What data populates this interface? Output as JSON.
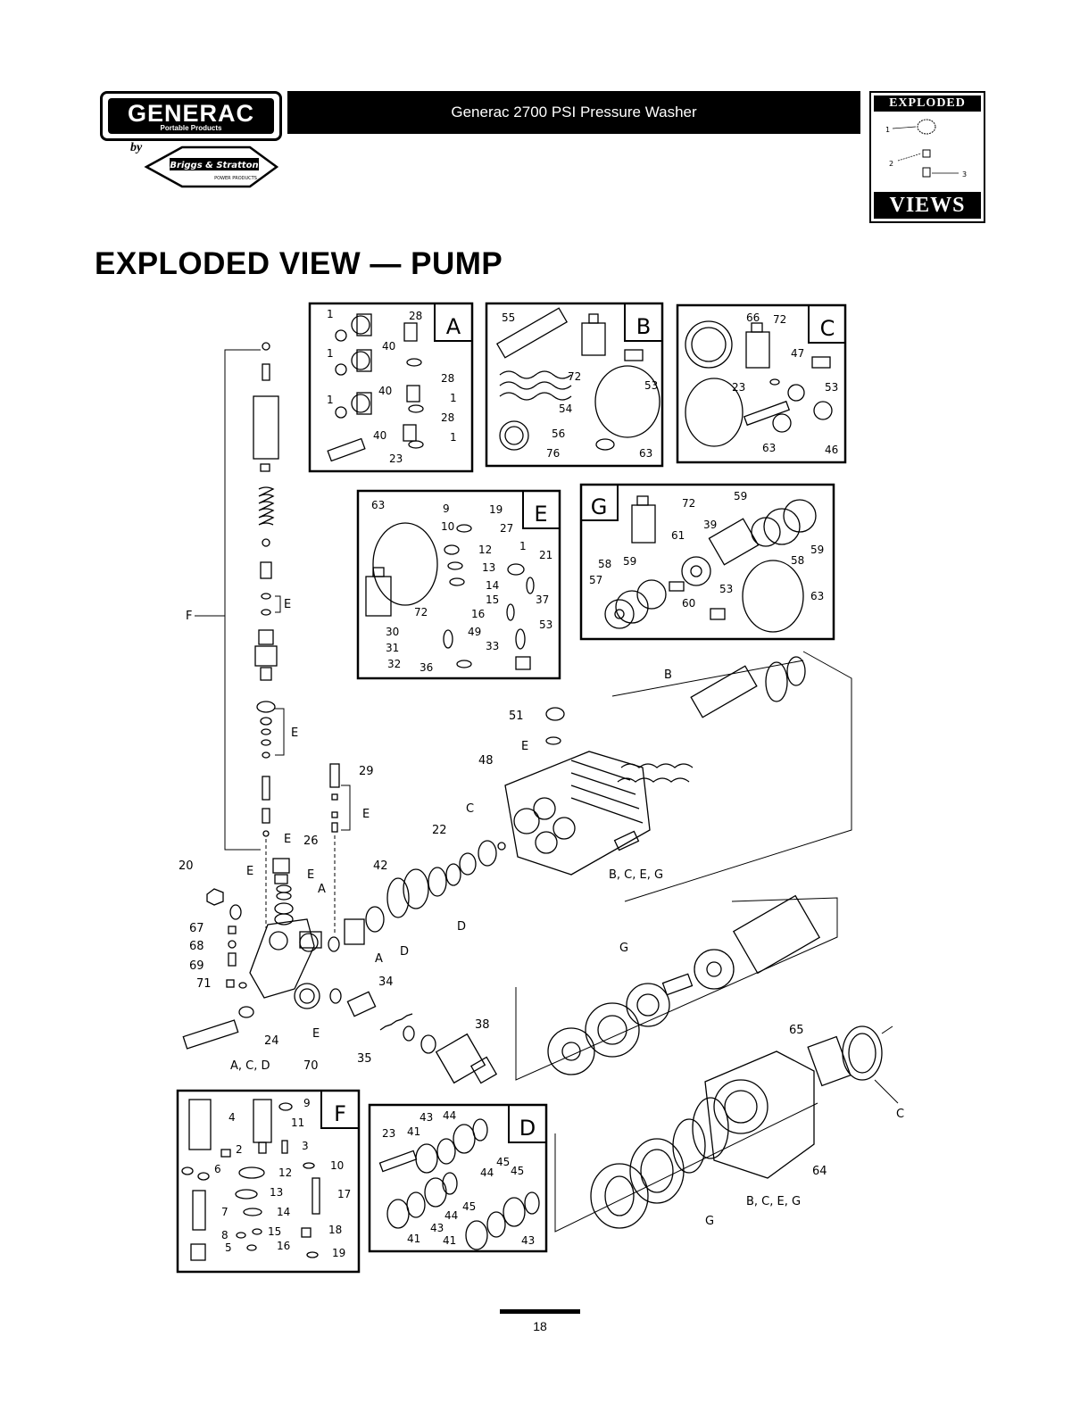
{
  "header": {
    "brand": "GENERAC",
    "brand_sub": "Portable Products",
    "by": "by",
    "partner": "Briggs & Stratton",
    "partner_sub": "POWER PRODUCTS",
    "title": "Generac 2700 PSI Pressure Washer",
    "badge_top": "EXPLODED",
    "badge_bottom": "VIEWS"
  },
  "page_title": "EXPLODED VIEW — PUMP",
  "page_number": "18",
  "kits": {
    "A": {
      "label": "A",
      "parts": [
        "1",
        "28",
        "40",
        "1",
        "28",
        "40",
        "1",
        "28",
        "1",
        "40",
        "1",
        "23"
      ]
    },
    "B": {
      "label": "B",
      "parts": [
        "55",
        "72",
        "53",
        "54",
        "56",
        "76",
        "63"
      ]
    },
    "C": {
      "label": "C",
      "parts": [
        "66",
        "72",
        "47",
        "53",
        "23",
        "63",
        "46"
      ]
    },
    "E": {
      "label": "E",
      "parts": [
        "63",
        "9",
        "19",
        "10",
        "27",
        "12",
        "1",
        "21",
        "13",
        "14",
        "15",
        "37",
        "72",
        "16",
        "30",
        "53",
        "31",
        "49",
        "33",
        "32",
        "36"
      ]
    },
    "G": {
      "label": "G",
      "parts": [
        "72",
        "59",
        "39",
        "61",
        "59",
        "58",
        "58",
        "59",
        "57",
        "60",
        "53",
        "63"
      ]
    },
    "F": {
      "label": "F",
      "parts": [
        "9",
        "4",
        "11",
        "2",
        "3",
        "6",
        "12",
        "10",
        "13",
        "17",
        "7",
        "14",
        "8",
        "15",
        "18",
        "5",
        "16",
        "19"
      ]
    },
    "D": {
      "label": "D",
      "parts": [
        "43",
        "44",
        "23",
        "41",
        "45",
        "44",
        "45",
        "45",
        "44",
        "41",
        "43",
        "41",
        "43"
      ]
    }
  },
  "main_labels": {
    "F": "F",
    "E1": "E",
    "E2": "E",
    "E3": "E",
    "E4": "E",
    "E5": "E",
    "E6": "E",
    "E7": "E",
    "E8": "E",
    "29": "29",
    "26": "26",
    "20": "20",
    "A1": "A",
    "A2": "A",
    "42": "42",
    "22": "22",
    "C1": "C",
    "D1": "D",
    "D2": "D",
    "48": "48",
    "51": "51",
    "B1": "B",
    "bceg1": "B, C, E, G",
    "bceg2": "B, C, E, G",
    "67": "67",
    "68": "68",
    "69": "69",
    "71": "71",
    "24": "24",
    "acd": "A, C, D",
    "70": "70",
    "34": "34",
    "35": "35",
    "38": "38",
    "G1": "G",
    "G2": "G",
    "65": "65",
    "C2": "C",
    "64": "64"
  },
  "colors": {
    "ink": "#000000",
    "paper": "#ffffff"
  }
}
